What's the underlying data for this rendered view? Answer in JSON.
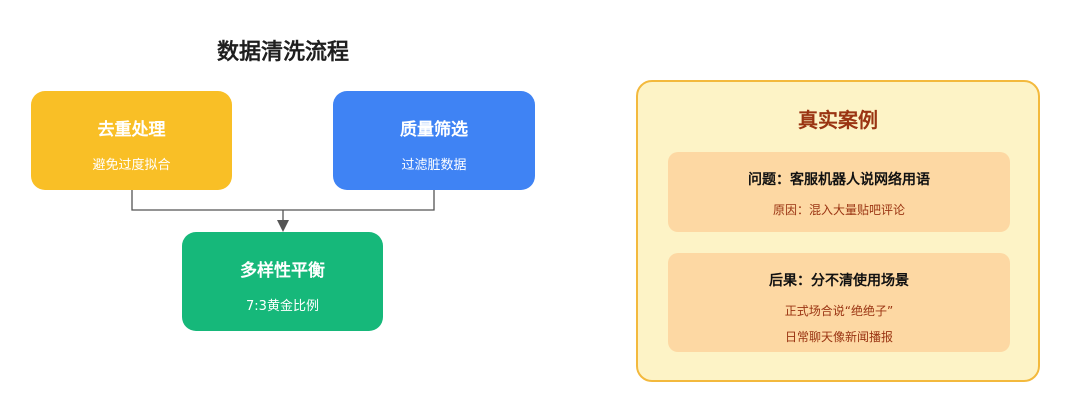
{
  "flow": {
    "title": "数据清洗流程",
    "node1": {
      "title": "去重处理",
      "subtitle": "避免过度拟合",
      "color": "#f9bf26"
    },
    "node2": {
      "title": "质量筛选",
      "subtitle": "过滤脏数据",
      "color": "#3f83f4"
    },
    "node3": {
      "title": "多样性平衡",
      "subtitle": "7:3黄金比例",
      "color": "#16b87a"
    }
  },
  "case": {
    "title": "真实案例",
    "problem": {
      "title": "问题：客服机器人说网络用语",
      "lines": [
        "原因：混入大量贴吧评论"
      ]
    },
    "consequence": {
      "title": "后果：分不清使用场景",
      "lines": [
        "正式场合说“绝绝子”",
        "日常聊天像新闻播报"
      ]
    }
  }
}
